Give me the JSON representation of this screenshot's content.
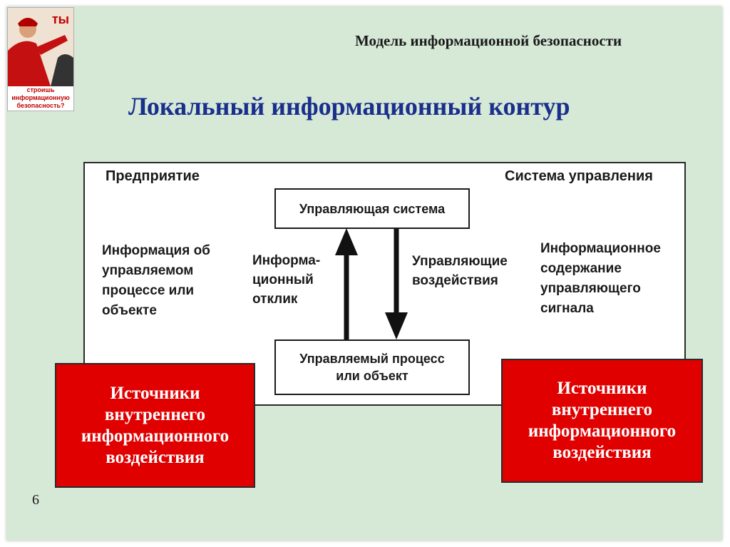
{
  "poster": {
    "headline": "ты",
    "caption_lines": [
      "строишь",
      "информационную",
      "безопасность?"
    ]
  },
  "header": {
    "subtitle": "Модель информационной безопасности",
    "title": "Локальный информационный контур"
  },
  "diagram": {
    "left_heading": "Предприятие",
    "right_heading": "Система управления",
    "top_box": "Управляющая система",
    "bottom_box_lines": [
      "Управляемый процесс",
      "или объект"
    ],
    "left_text_lines": [
      "Информация об",
      "управляемом",
      "процессе или",
      "объекте"
    ],
    "up_arrow_label_lines": [
      "Информа-",
      "ционный",
      "отклик"
    ],
    "down_arrow_label_lines": [
      "Управляющие",
      "воздействия"
    ],
    "right_text_lines": [
      "Информационное",
      "содержание",
      "управляющего",
      "сигнала"
    ]
  },
  "sources": {
    "left_lines": [
      "Источники",
      "внутреннего",
      "информационного",
      "воздействия"
    ],
    "right_lines": [
      "Источники",
      "внутреннего",
      "информационного",
      "воздействия"
    ]
  },
  "page_number": "6",
  "colors": {
    "background": "#d6e8d6",
    "title": "#1a2f8c",
    "source_box": "#e00000"
  }
}
